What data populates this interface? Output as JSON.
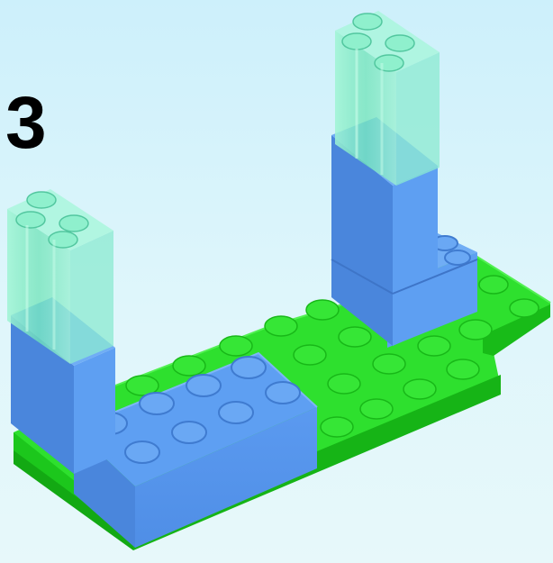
{
  "step": {
    "number": "3"
  },
  "colors": {
    "background": "#d5f3fb",
    "baseplate": "#22dd22",
    "blue_brick": "#5c9ff0",
    "transparent_brick": "#7de8c0"
  },
  "parts": [
    {
      "name": "green-baseplate",
      "color": "green"
    },
    {
      "name": "blue-2x4-brick",
      "color": "blue"
    },
    {
      "name": "blue-2x2-brick-left",
      "color": "blue"
    },
    {
      "name": "blue-2x2-brick-right",
      "color": "blue"
    },
    {
      "name": "blue-1x2-brick-right",
      "color": "blue"
    },
    {
      "name": "transparent-tall-brick-left",
      "color": "transparent-green"
    },
    {
      "name": "transparent-tall-brick-right",
      "color": "transparent-green"
    }
  ]
}
